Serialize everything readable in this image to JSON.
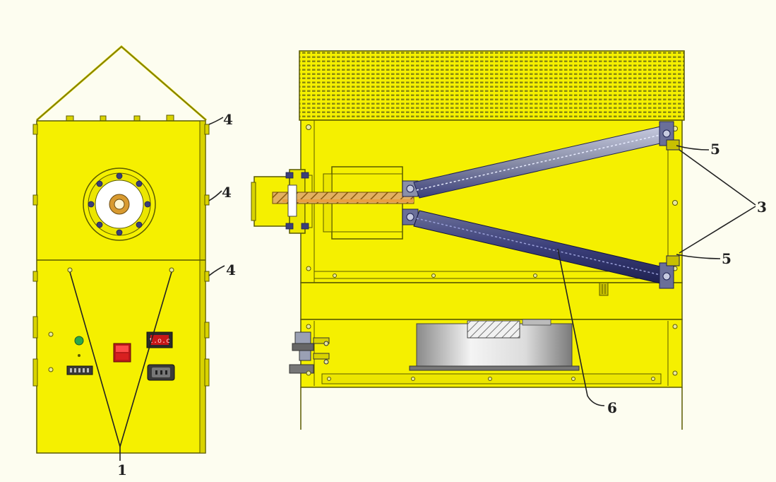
{
  "colors": {
    "background": "#fdfdf0",
    "body_yellow": "#f5f000",
    "body_yellow_dark": "#d9d300",
    "outline": "#5a5a00",
    "grille": "#8a8a10",
    "indicator_red": "#e02828",
    "lamp_green": "#2aa84a",
    "tube_blue": "#3b3f7a",
    "tube_grey": "#8a8fa8",
    "wood": "#c89440"
  },
  "callouts": {
    "c1": "1",
    "c3": "3",
    "c4a": "4",
    "c4b": "4",
    "c4c": "4",
    "c5a": "5",
    "c5b": "5",
    "c6": "6"
  },
  "display": {
    "readout": "t.o.c"
  }
}
